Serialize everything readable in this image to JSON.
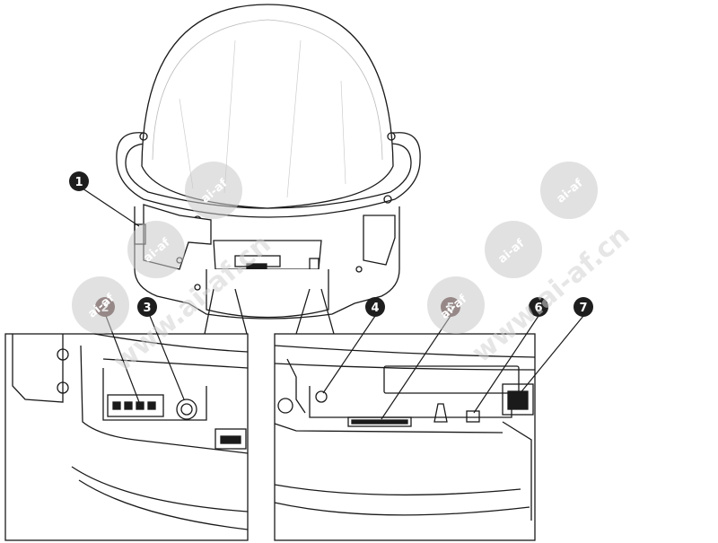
{
  "callouts": [
    {
      "label": "1",
      "color": "#1e1e1e"
    },
    {
      "label": "2",
      "color": "#5a3a38"
    },
    {
      "label": "3",
      "color": "#1e1e1e"
    },
    {
      "label": "4",
      "color": "#1e1e1e"
    },
    {
      "label": "5",
      "color": "#5a3a38"
    },
    {
      "label": "6",
      "color": "#1e1e1e"
    },
    {
      "label": "7",
      "color": "#1e1e1e"
    }
  ],
  "watermark": {
    "badge_text": "ai-af",
    "domain_text": "www.ai-af.cn",
    "color": "#c8c8c8"
  },
  "colors": {
    "line": "#1a1a1a",
    "background": "#ffffff"
  }
}
